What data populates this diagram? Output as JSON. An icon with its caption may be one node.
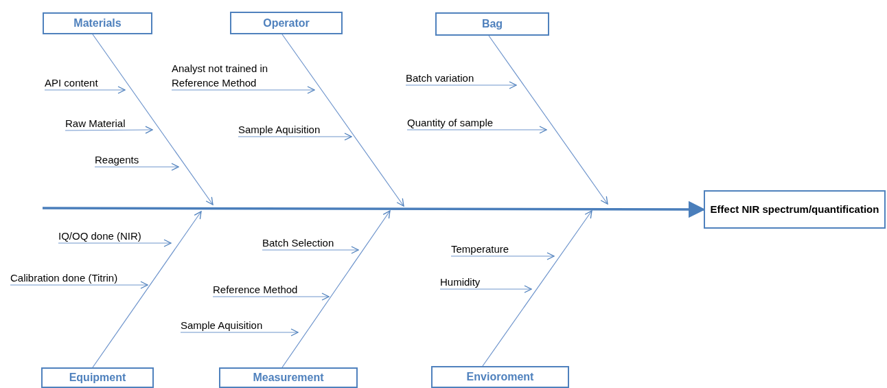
{
  "diagram": {
    "nodes": [
      {
        "text": [
          "Materials"
        ]
      },
      {
        "text": [
          "API content"
        ]
      },
      {
        "text": [
          "Raw Material"
        ]
      },
      {
        "text": [
          "Reagents"
        ]
      },
      {
        "text": [
          "Operator"
        ]
      },
      {
        "text": [
          "Analyst not trained in Reference Method"
        ]
      },
      {
        "text": [
          "Sample Aquisition"
        ]
      },
      {
        "text": [
          "Bag"
        ]
      },
      {
        "text": [
          "Batch variation"
        ]
      },
      {
        "text": [
          "Quantity of sample"
        ]
      },
      {
        "text": [
          "Effect NIR spectrum/quantification"
        ]
      },
      {
        "text": [
          "Equipment"
        ]
      },
      {
        "text": [
          "IQ/OQ done (NIR)"
        ]
      },
      {
        "text": [
          "Calibration done (Titrin)"
        ]
      },
      {
        "text": [
          "Measurement"
        ]
      },
      {
        "text": [
          "Batch Selection"
        ]
      },
      {
        "text": [
          "Reference Method"
        ]
      },
      {
        "text": [
          "Sample Aquisition"
        ]
      },
      {
        "text": [
          "Envioroment"
        ]
      },
      {
        "text": [
          "Temperature"
        ]
      },
      {
        "text": [
          "Humidity"
        ]
      }
    ],
    "edges": [
      {
        "from": 0,
        "to": null,
        "arrow": "to"
      },
      {
        "from": 1,
        "to": null,
        "arrow": "to"
      },
      {
        "from": 2,
        "to": null,
        "arrow": "to"
      },
      {
        "from": 3,
        "to": null,
        "arrow": "to"
      },
      {
        "from": 4,
        "to": null,
        "arrow": "to"
      },
      {
        "from": 5,
        "to": null,
        "arrow": "to"
      },
      {
        "from": 6,
        "to": null,
        "arrow": "to"
      },
      {
        "from": 7,
        "to": null,
        "arrow": "to"
      },
      {
        "from": 8,
        "to": null,
        "arrow": "to"
      },
      {
        "from": 9,
        "to": null,
        "arrow": "to"
      },
      {
        "from": null,
        "to": 10,
        "arrow": "to",
        "style": "thick"
      },
      {
        "from": 11,
        "to": null,
        "arrow": "to"
      },
      {
        "from": 12,
        "to": null,
        "arrow": "to"
      },
      {
        "from": 13,
        "to": null,
        "arrow": "to"
      },
      {
        "from": 14,
        "to": null,
        "arrow": "to"
      },
      {
        "from": 15,
        "to": null,
        "arrow": "to"
      },
      {
        "from": 16,
        "to": null,
        "arrow": "to"
      },
      {
        "from": 17,
        "to": null,
        "arrow": "to"
      },
      {
        "from": 18,
        "to": null,
        "arrow": "to"
      },
      {
        "from": 19,
        "to": null,
        "arrow": "to"
      },
      {
        "from": 20,
        "to": null,
        "arrow": "to"
      }
    ]
  }
}
